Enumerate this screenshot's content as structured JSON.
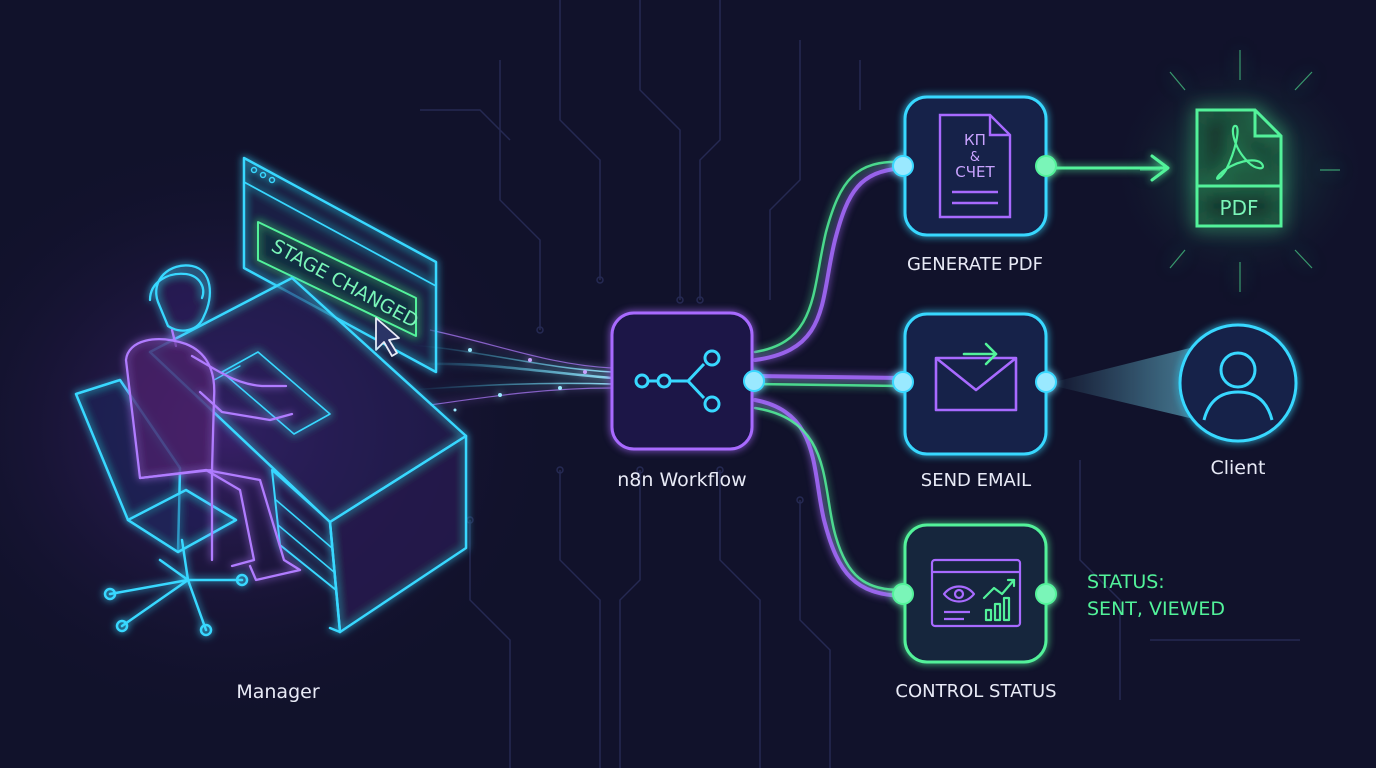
{
  "colors": {
    "background": "#11122b",
    "cyan": "#38d8ff",
    "purple": "#a86bff",
    "green": "#52f29a",
    "label": "#e8eaf6"
  },
  "manager": {
    "label": "Manager",
    "screen_text": "STAGE CHANGED"
  },
  "workflow": {
    "label": "n8n Workflow",
    "icon": "workflow-branch-icon"
  },
  "nodes": {
    "generate_pdf": {
      "label": "GENERATE PDF",
      "doc_line1": "КП",
      "doc_line2": "&",
      "doc_line3": "СЧЕТ"
    },
    "send_email": {
      "label": "SEND EMAIL"
    },
    "control_status": {
      "label": "CONTROL STATUS"
    }
  },
  "pdf_output": {
    "badge": "PDF",
    "icon": "pdf-file-icon"
  },
  "client": {
    "label": "Client",
    "icon": "user-avatar-icon"
  },
  "status_note": {
    "line1": "STATUS:",
    "line2": "SENT, VIEWED"
  }
}
